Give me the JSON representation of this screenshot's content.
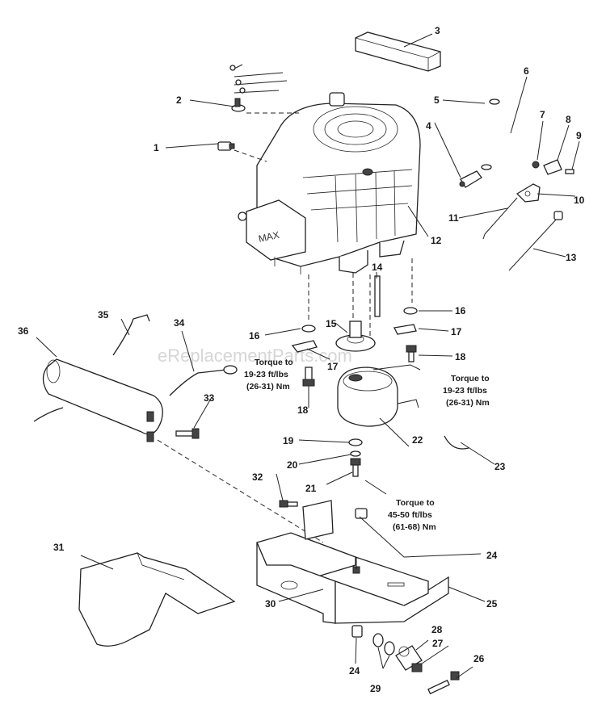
{
  "watermark": "eReplacementParts.com",
  "callouts": [
    {
      "id": "c1",
      "text": "1"
    },
    {
      "id": "c2",
      "text": "2"
    },
    {
      "id": "c3",
      "text": "3"
    },
    {
      "id": "c4",
      "text": "4"
    },
    {
      "id": "c5",
      "text": "5"
    },
    {
      "id": "c6",
      "text": "6"
    },
    {
      "id": "c7",
      "text": "7"
    },
    {
      "id": "c8",
      "text": "8"
    },
    {
      "id": "c9",
      "text": "9"
    },
    {
      "id": "c10",
      "text": "10"
    },
    {
      "id": "c11",
      "text": "11"
    },
    {
      "id": "c12",
      "text": "12"
    },
    {
      "id": "c13",
      "text": "13"
    },
    {
      "id": "c14",
      "text": "14"
    },
    {
      "id": "c15",
      "text": "15"
    },
    {
      "id": "c16a",
      "text": "16"
    },
    {
      "id": "c16b",
      "text": "16"
    },
    {
      "id": "c17a",
      "text": "17"
    },
    {
      "id": "c17b",
      "text": "17"
    },
    {
      "id": "c18a",
      "text": "18"
    },
    {
      "id": "c18b",
      "text": "18"
    },
    {
      "id": "c19",
      "text": "19"
    },
    {
      "id": "c20",
      "text": "20"
    },
    {
      "id": "c21",
      "text": "21"
    },
    {
      "id": "c22",
      "text": "22"
    },
    {
      "id": "c23",
      "text": "23"
    },
    {
      "id": "c24a",
      "text": "24"
    },
    {
      "id": "c24b",
      "text": "24"
    },
    {
      "id": "c25",
      "text": "25"
    },
    {
      "id": "c26",
      "text": "26"
    },
    {
      "id": "c27",
      "text": "27"
    },
    {
      "id": "c28",
      "text": "28"
    },
    {
      "id": "c29",
      "text": "29"
    },
    {
      "id": "c30",
      "text": "30"
    },
    {
      "id": "c31",
      "text": "31"
    },
    {
      "id": "c32",
      "text": "32"
    },
    {
      "id": "c33",
      "text": "33"
    },
    {
      "id": "c34",
      "text": "34"
    },
    {
      "id": "c35",
      "text": "35"
    },
    {
      "id": "c36",
      "text": "36"
    }
  ],
  "notes": {
    "torque_left": [
      "Torque to",
      "19-23 ft/lbs",
      "(26-31) Nm"
    ],
    "torque_right": [
      "Torque to",
      "19-23 ft/lbs",
      "(26-31) Nm"
    ],
    "torque_bottom": [
      "Torque to",
      "45-50 ft/lbs",
      "(61-68) Nm"
    ]
  }
}
